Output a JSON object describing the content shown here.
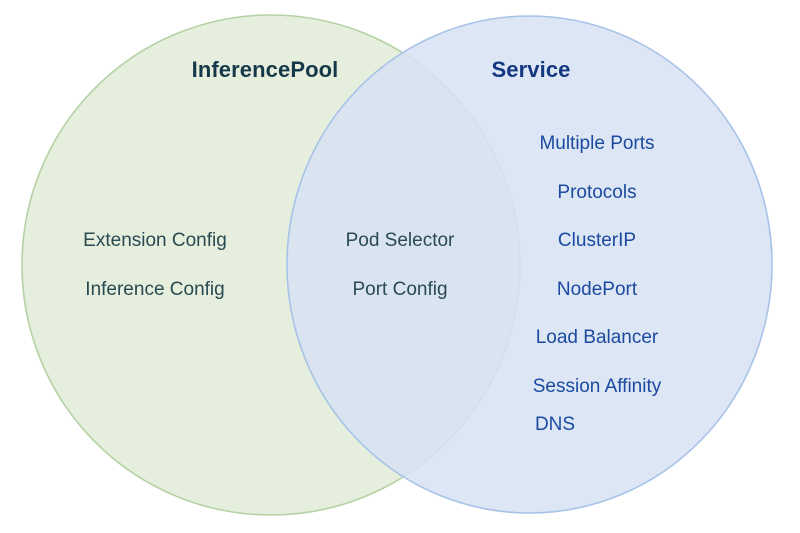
{
  "diagram": {
    "type": "venn",
    "background_color": "#ffffff",
    "sets": [
      {
        "id": "inferencepool",
        "title": "InferencePool",
        "title_color": "#16394a",
        "fill_color": "#e6eede",
        "stroke_color": "#b5d2a5",
        "item_color": "#2a4a52",
        "exclusive_items": [
          "Extension Config",
          "Inference Config"
        ]
      },
      {
        "id": "service",
        "title": "Service",
        "title_color": "#13387f",
        "fill_color": "#d6e2f2",
        "stroke_color": "#a8c3e8",
        "item_color": "#1b4aa0",
        "exclusive_items": [
          "Multiple Ports",
          "Protocols",
          "ClusterIP",
          "NodePort",
          "Load Balancer",
          "Session Affinity",
          "DNS"
        ]
      }
    ],
    "intersection": {
      "id": "inferencepool-service-overlap",
      "fill_color": "#d6e4da",
      "item_color": "#2a4a52",
      "items": [
        "Pod Selector",
        "Port Config"
      ]
    }
  }
}
